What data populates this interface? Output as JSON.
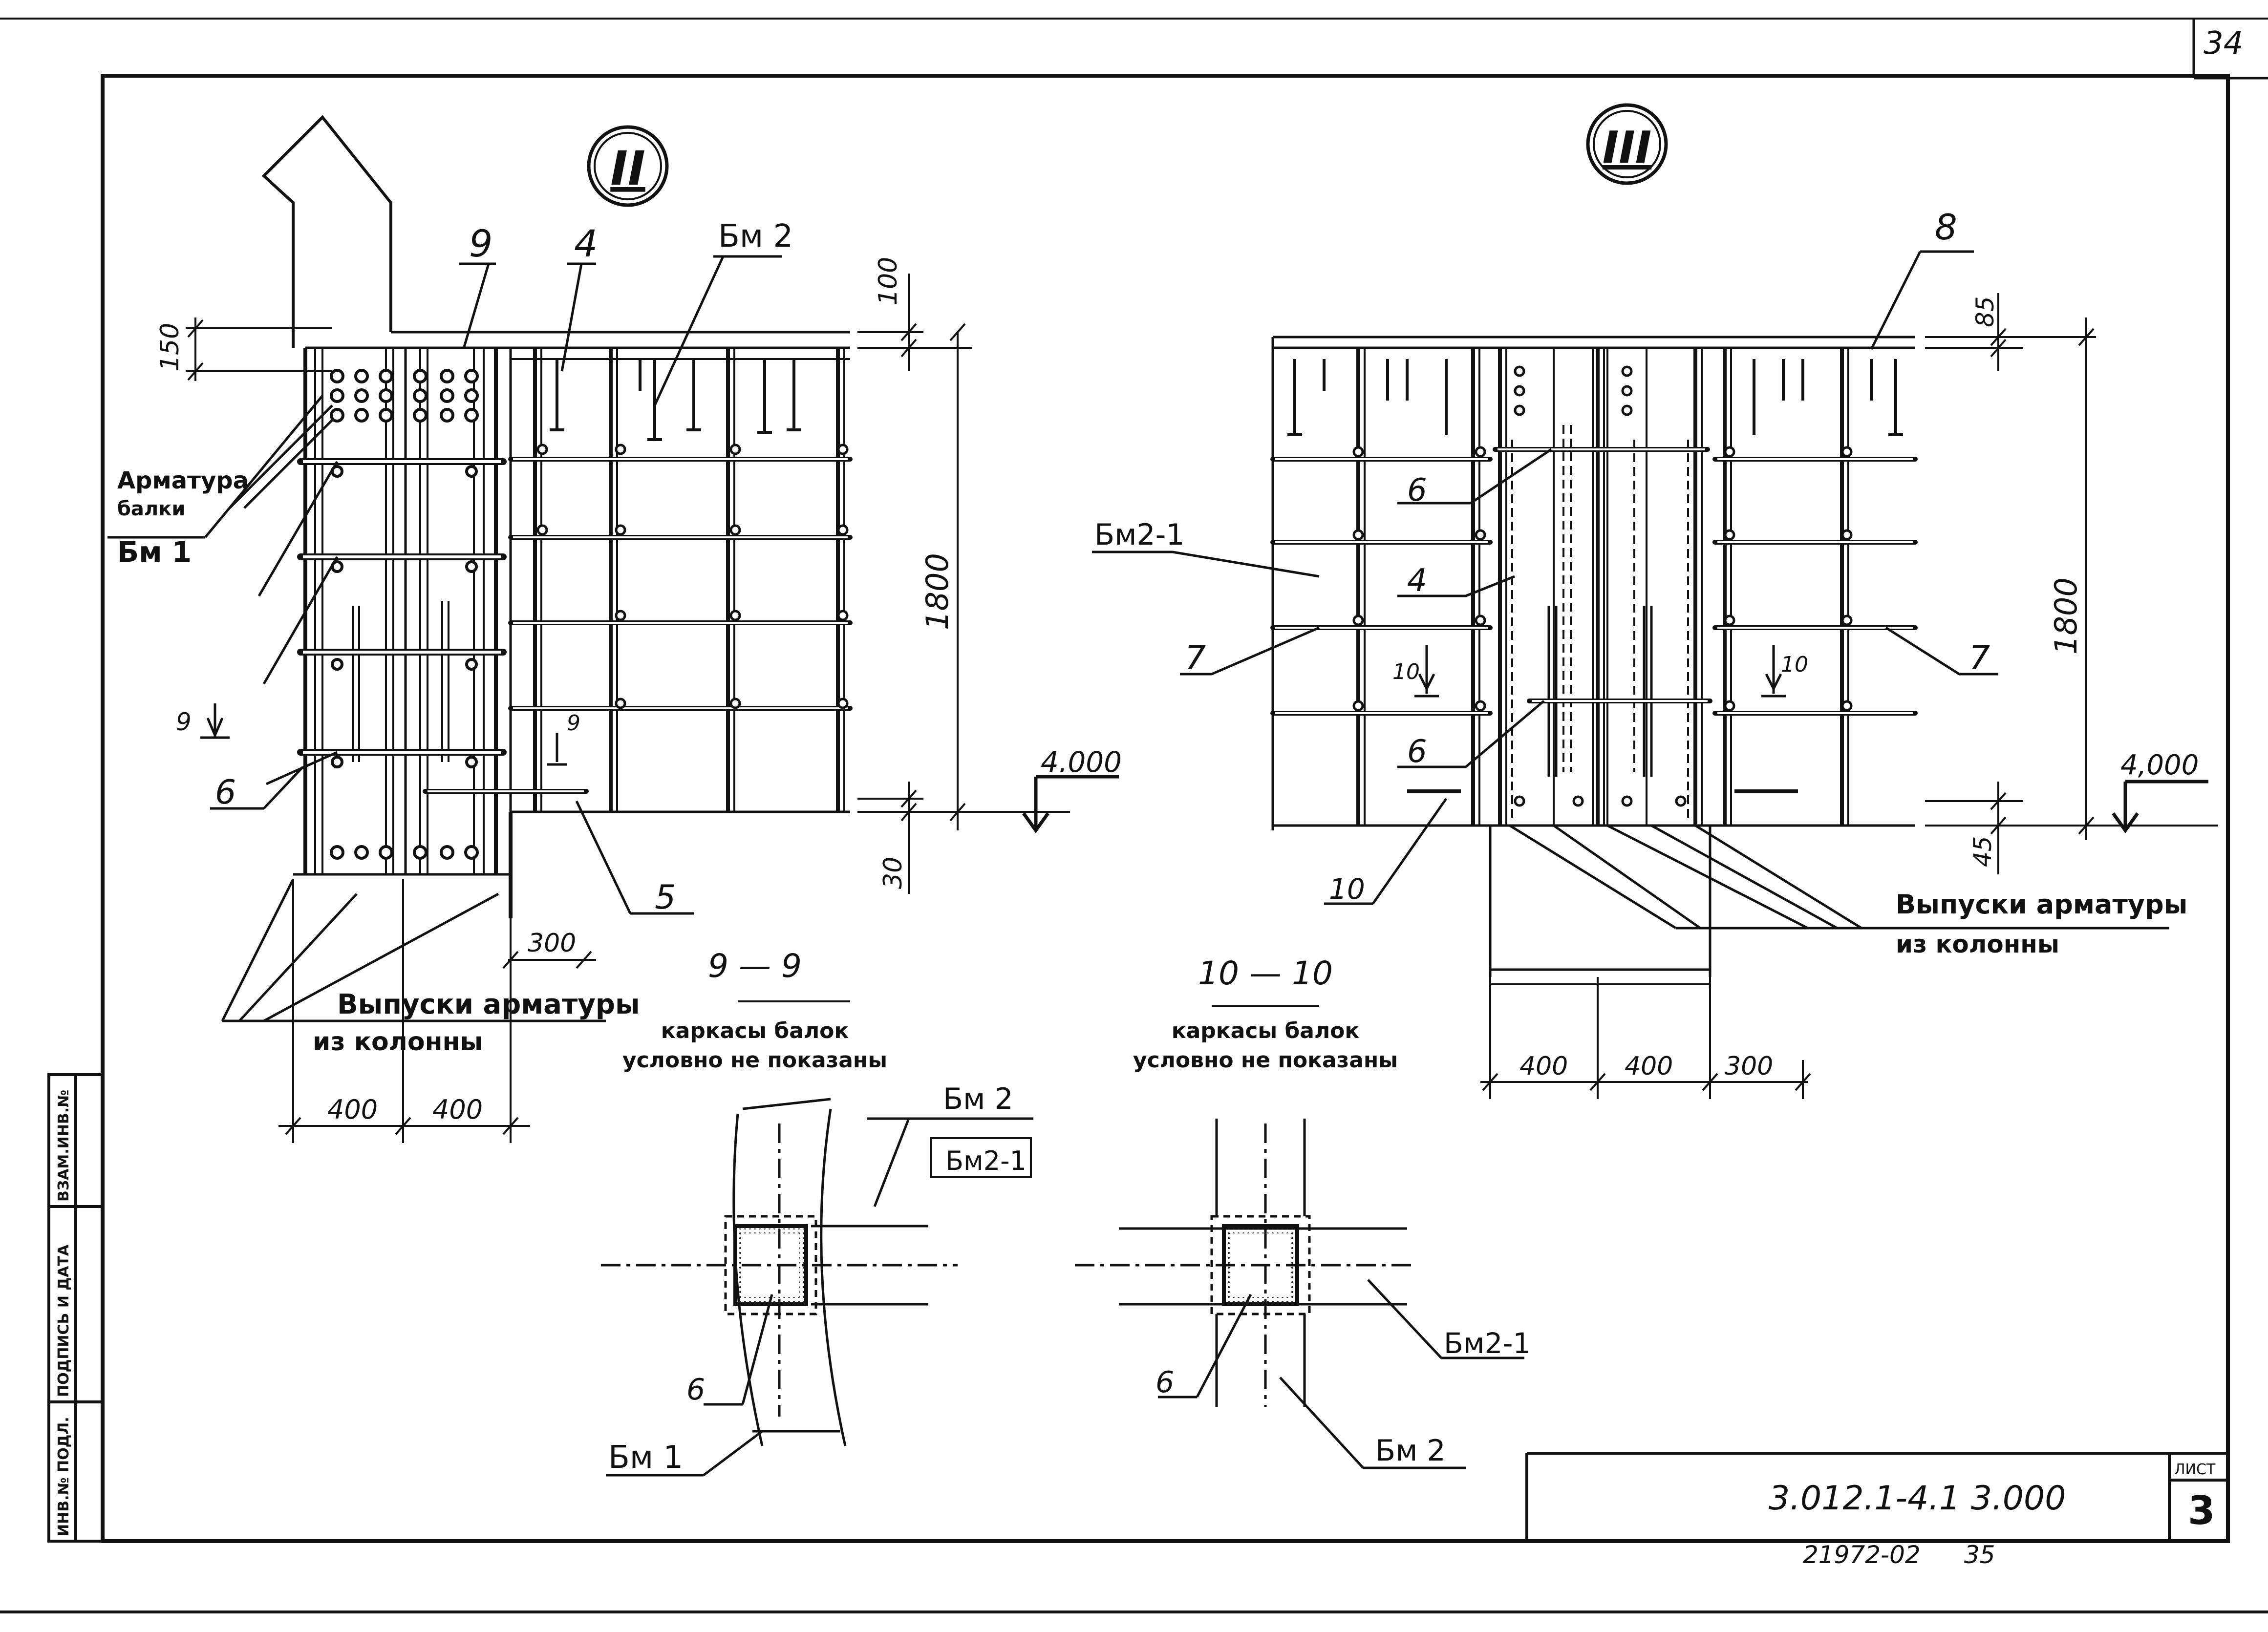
{
  "sheet": {
    "corner_number": "34",
    "document_code": "3.012.1-4.1 3.000",
    "sheet_label": "ЛИСТ",
    "sheet_number": "3",
    "archive_number": "21972-02",
    "archive_page": "35"
  },
  "side_stamp": {
    "cell1": "ИНВ.№ ПОДЛ.",
    "cell2": "ПОДПИСЬ И ДАТА",
    "cell3": "ВЗАМ.ИНВ.№"
  },
  "view_II": {
    "marker": "II",
    "callouts": {
      "c9": "9",
      "c4": "4",
      "bm2": "Бм 2",
      "c6": "6",
      "c5": "5"
    },
    "rebar_note": {
      "line1": "Арматура",
      "line2": "балки",
      "line3": "Бм 1"
    },
    "section_mark": "9",
    "dims": {
      "d150": "150",
      "d100": "100",
      "d1800": "1800",
      "d30": "30",
      "d300": "300",
      "d400a": "400",
      "d400b": "400"
    },
    "level": "4.000",
    "outlets": {
      "line1": "Выпуски арматуры",
      "line2": "из колонны"
    }
  },
  "view_III": {
    "marker": "III",
    "callouts": {
      "c8": "8",
      "bm21": "Бм2-1",
      "c6a": "6",
      "c4": "4",
      "c7a": "7",
      "c7b": "7",
      "c6b": "6",
      "c10": "10"
    },
    "section_mark_left": "10",
    "section_mark_right": "10",
    "dims": {
      "d85": "85",
      "d1800": "1800",
      "d45": "45",
      "d400a": "400",
      "d400b": "400",
      "d300": "300"
    },
    "level": "4,000",
    "outlets": {
      "line1": "Выпуски арматуры",
      "line2": "из колонны"
    }
  },
  "section_9_9": {
    "title": "9 — 9",
    "note_line1": "каркасы балок",
    "note_line2": "условно не показаны",
    "bm2": "Бм 2",
    "bm21": "Бм2-1",
    "c6": "6",
    "bm1": "Бм 1"
  },
  "section_10_10": {
    "title": "10 — 10",
    "note_line1": "каркасы балок",
    "note_line2": "условно не показаны",
    "bm21": "Бм2-1",
    "c6": "6",
    "bm2": "Бм 2"
  }
}
